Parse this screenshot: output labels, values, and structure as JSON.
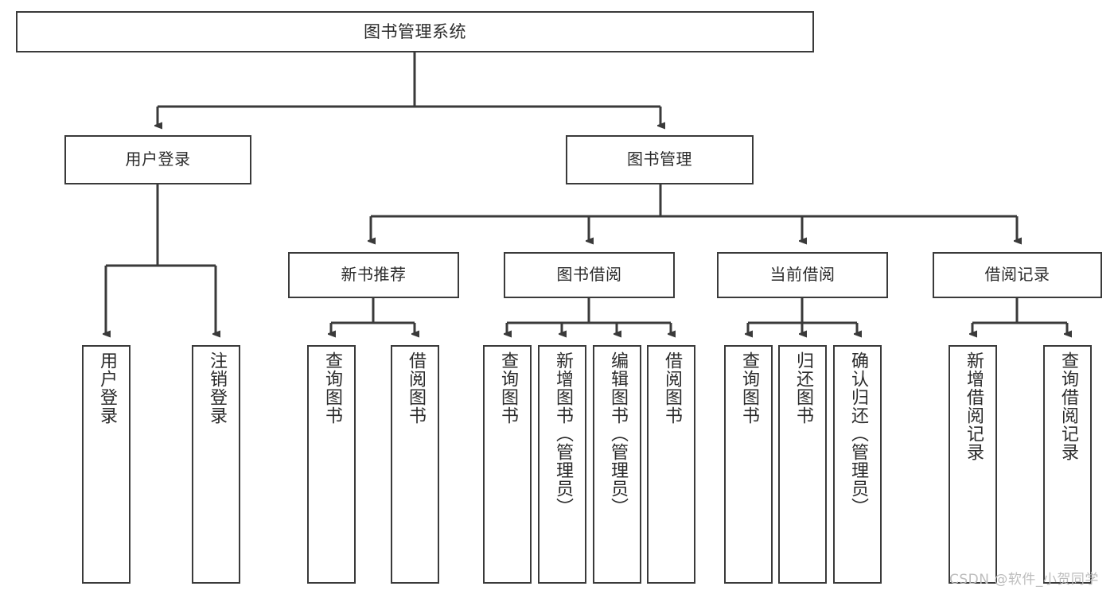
{
  "diagram": {
    "type": "tree-hierarchy",
    "title": "图书管理系统",
    "root": {
      "label": "图书管理系统"
    },
    "level2": [
      {
        "label": "用户登录"
      },
      {
        "label": "图书管理"
      }
    ],
    "level3": [
      {
        "label": "新书推荐"
      },
      {
        "label": "图书借阅"
      },
      {
        "label": "当前借阅"
      },
      {
        "label": "借阅记录"
      }
    ],
    "leaves": {
      "user_login": [
        {
          "label": "用户登录"
        },
        {
          "label": "注销登录"
        }
      ],
      "new_book_recommend": [
        {
          "label": "查询图书"
        },
        {
          "label": "借阅图书"
        }
      ],
      "book_borrow": [
        {
          "label": "查询图书"
        },
        {
          "label": "新增图书（管理员）"
        },
        {
          "label": "编辑图书（管理员）"
        },
        {
          "label": "借阅图书"
        }
      ],
      "current_borrow": [
        {
          "label": "查询图书"
        },
        {
          "label": "归还图书"
        },
        {
          "label": "确认归还（管理员）"
        }
      ],
      "borrow_record": [
        {
          "label": "新增借阅记录"
        },
        {
          "label": "查询借阅记录"
        }
      ]
    }
  },
  "watermark": {
    "text": "CSDN @软件_小贺同学"
  },
  "colors": {
    "stroke": "#3a3a3a",
    "fill": "#ffffff",
    "text": "#2b2b2b",
    "watermark": "#bdbdbd"
  }
}
